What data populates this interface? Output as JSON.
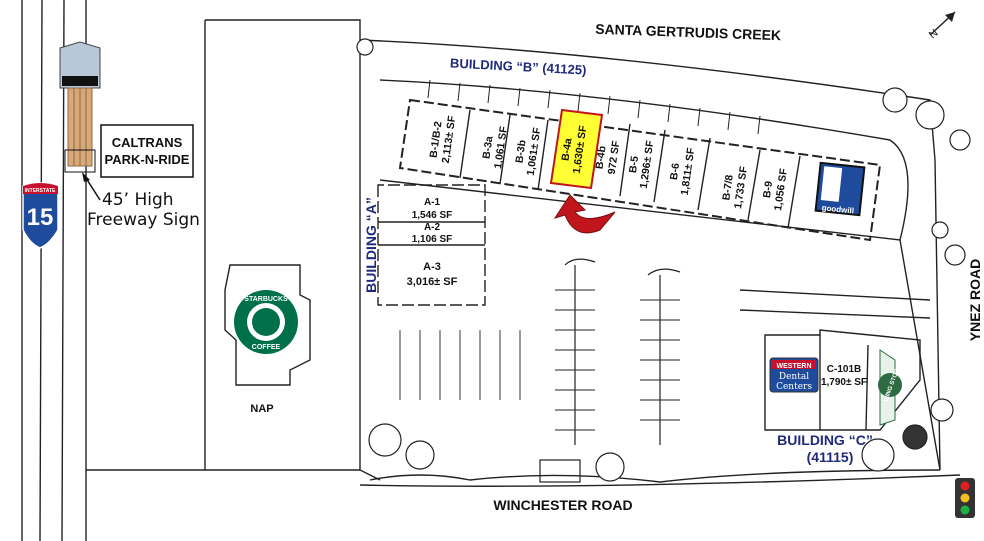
{
  "roads": {
    "north": "SANTA GERTRUDIS CREEK",
    "south": "WINCHESTER ROAD",
    "east": "YNEZ ROAD"
  },
  "freeway": {
    "shield_top": "INTERSTATE",
    "number": "15",
    "shield_colors": {
      "top": "#c8102e",
      "body": "#1e4b9b"
    }
  },
  "sign": {
    "label_line1": "45’ High",
    "label_line2": "Freeway Sign"
  },
  "caltrans": {
    "line1": "CALTRANS",
    "line2": "PARK-N-RIDE"
  },
  "building_b": {
    "title": "BUILDING “B” (41125)",
    "units": [
      {
        "id": "B-1/B-2",
        "area": "2,113± SF"
      },
      {
        "id": "B-3a",
        "area": "1,061 SF"
      },
      {
        "id": "B-3b",
        "area": "1,061± SF"
      },
      {
        "id": "B-4a",
        "area": "1,630± SF",
        "highlighted": true
      },
      {
        "id": "B-4b",
        "area": "972 SF"
      },
      {
        "id": "B-5",
        "area": "1,296± SF"
      },
      {
        "id": "B-6",
        "area": "1,811± SF"
      },
      {
        "id": "B-7/8",
        "area": "1,733 SF"
      },
      {
        "id": "B-9",
        "area": "1,056 SF"
      }
    ],
    "anchor_tenant": "goodwill",
    "highlight_color": "#ffff33"
  },
  "building_a": {
    "title": "BUILDING “A”",
    "units": [
      {
        "id": "A-1",
        "area": "1,546 SF"
      },
      {
        "id": "A-2",
        "area": "1,106 SF"
      },
      {
        "id": "A-3",
        "area": "3,016± SF"
      }
    ]
  },
  "building_c": {
    "title": "BUILDING “C”",
    "address": "(41115)",
    "unit": {
      "id": "C-101B",
      "area": "1,790± SF"
    },
    "tenants": [
      {
        "name_top": "WESTERN",
        "name_mid": "Dental",
        "name_bottom": "Centers"
      },
      {
        "name": "WING STOP"
      }
    ]
  },
  "starbucks": {
    "top": "STARBUCKS",
    "bottom": "COFFEE",
    "note": "NAP",
    "color": "#00704a"
  },
  "arrow_color": "#c0161b",
  "north_label": "N"
}
